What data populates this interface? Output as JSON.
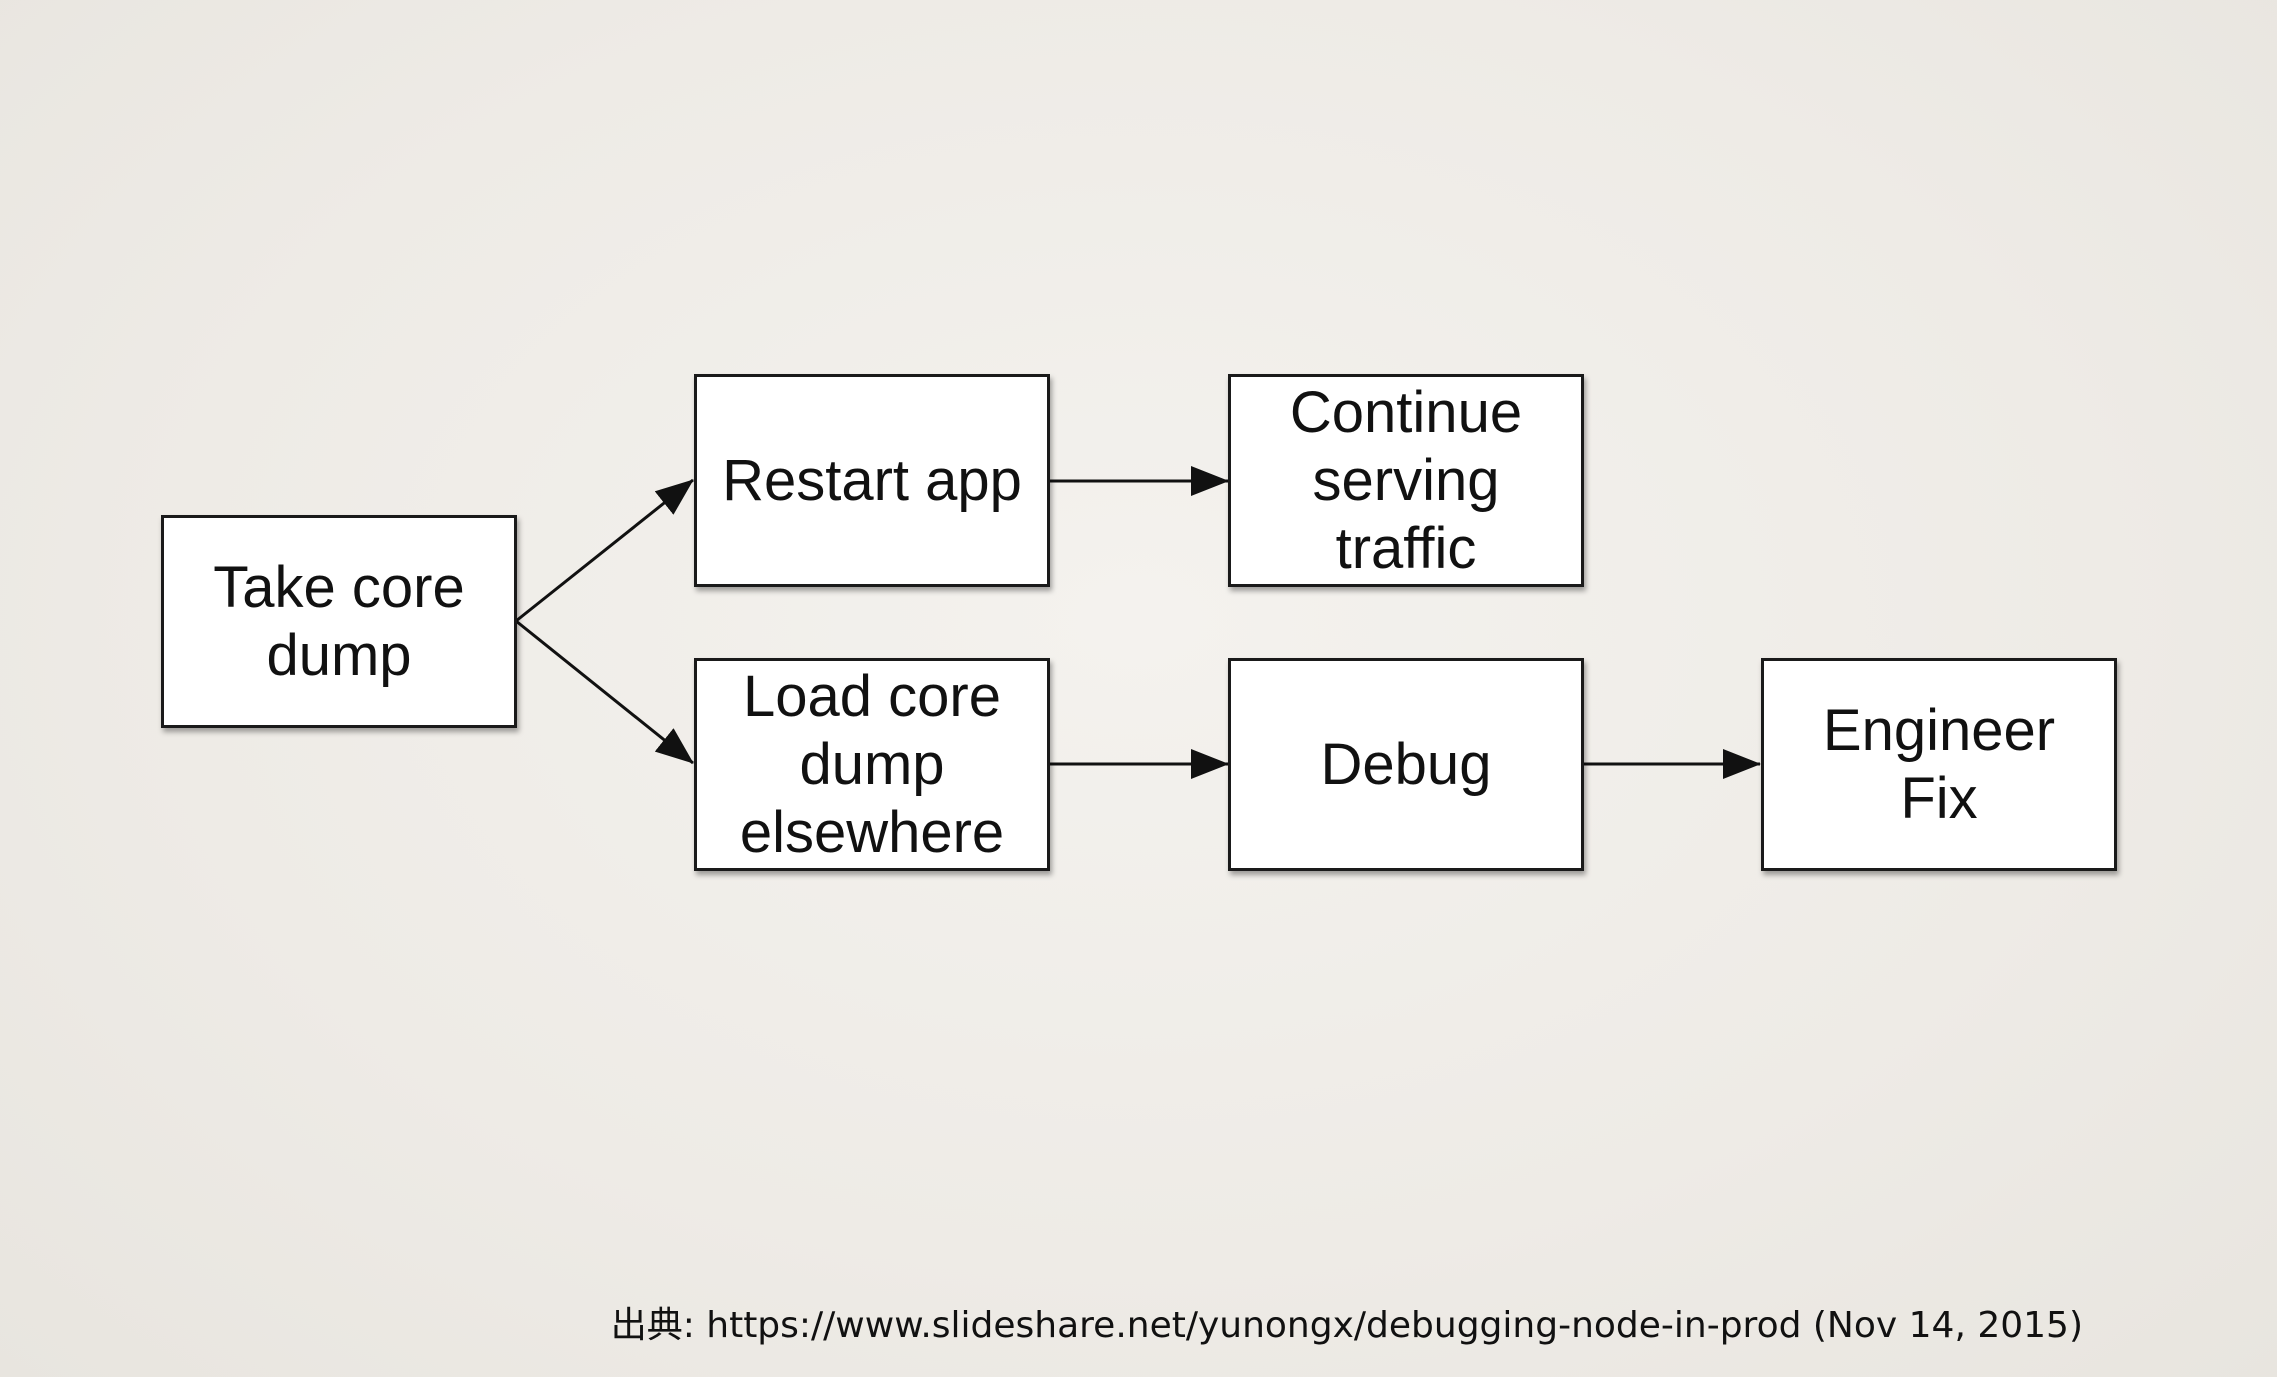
{
  "diagram": {
    "nodes": [
      {
        "id": "take-core-dump",
        "label": "Take core\ndump"
      },
      {
        "id": "restart-app",
        "label": "Restart app"
      },
      {
        "id": "continue-serving-traffic",
        "label": "Continue\nserving\ntraffic"
      },
      {
        "id": "load-core-dump-elsewhere",
        "label": "Load core\ndump\nelsewhere"
      },
      {
        "id": "debug",
        "label": "Debug"
      },
      {
        "id": "engineer-fix",
        "label": "Engineer\nFix"
      }
    ],
    "edges": [
      {
        "from": "take-core-dump",
        "to": "restart-app"
      },
      {
        "from": "take-core-dump",
        "to": "load-core-dump-elsewhere"
      },
      {
        "from": "restart-app",
        "to": "continue-serving-traffic"
      },
      {
        "from": "load-core-dump-elsewhere",
        "to": "debug"
      },
      {
        "from": "debug",
        "to": "engineer-fix"
      }
    ]
  },
  "footer": {
    "source": "出典: https://www.slideshare.net/yunongx/debugging-node-in-prod (Nov 14, 2015)"
  }
}
